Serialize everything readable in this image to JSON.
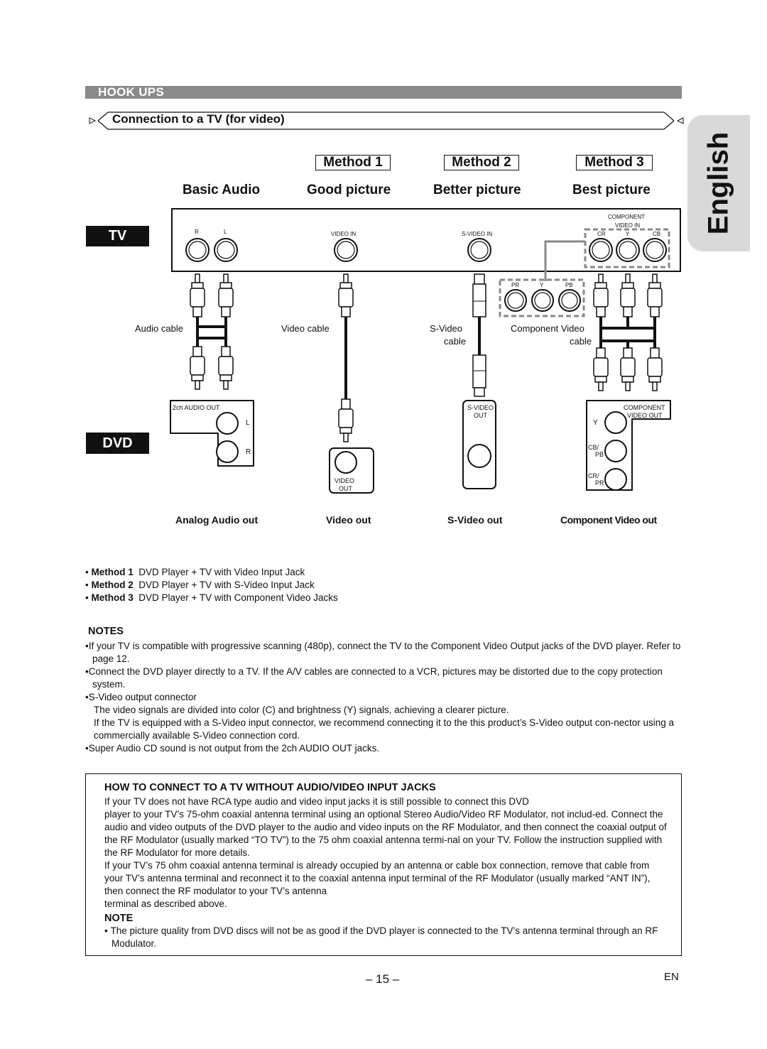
{
  "section": {
    "title": "HOOK UPS"
  },
  "subsection": {
    "title": "Connection to a TV (for video)"
  },
  "side_tab": {
    "label": "English"
  },
  "methods": [
    {
      "label": "Method 1",
      "quality": "Good picture"
    },
    {
      "label": "Method 2",
      "quality": "Better picture"
    },
    {
      "label": "Method 3",
      "quality": "Best picture"
    }
  ],
  "basic_audio": "Basic Audio",
  "tv": {
    "badge": "TV",
    "jacks": {
      "r": "R",
      "l": "L",
      "video_in": "VIDEO IN",
      "s_video_in": "S-VIDEO IN",
      "component_in": "COMPONENT",
      "component_in_2": "VIDEO IN",
      "cr": "CR",
      "y": "Y",
      "cb": "CB"
    }
  },
  "adapter": {
    "pr": "PR",
    "y": "Y",
    "pb": "PB"
  },
  "cables": {
    "audio": "Audio cable",
    "video": "Video cable",
    "svideo_1": "S-Video",
    "svideo_2": "cable",
    "component_1": "Component Video",
    "component_2": "cable"
  },
  "dvd": {
    "badge": "DVD",
    "audio_out": "2ch AUDIO OUT",
    "l": "L",
    "r": "R",
    "video_out_1": "VIDEO",
    "video_out_2": "OUT",
    "svideo_out_1": "S-VIDEO",
    "svideo_out_2": "OUT",
    "component_out_1": "COMPONENT",
    "component_out_2": "VIDEO OUT",
    "y": "Y",
    "cb_pb_1": "CB/",
    "cb_pb_2": "PB",
    "cr_pr_1": "CR/",
    "cr_pr_2": "PR"
  },
  "output_labels": [
    "Analog Audio out",
    "Video out",
    "S-Video out",
    "Component Video out"
  ],
  "method_list": [
    {
      "name": "Method 1",
      "text": "DVD Player + TV with Video Input Jack"
    },
    {
      "name": "Method 2",
      "text": "DVD Player + TV with S-Video Input Jack"
    },
    {
      "name": "Method 3",
      "text": "DVD Player + TV with Component Video Jacks"
    }
  ],
  "notes": {
    "heading": "NOTES",
    "items": [
      "If your TV is compatible with progressive scanning (480p), connect the TV to the Component Video Output jacks of the DVD player. Refer to page 12.",
      "Connect the DVD player directly to a TV. If the A/V cables are connected to a VCR, pictures may be distorted due to the copy protection system.",
      "S-Video output connector"
    ],
    "svideo_detail_1": "The video signals are divided into color (C) and brightness (Y) signals, achieving a clearer picture.",
    "svideo_detail_2": "If the TV is equipped with a S-Video input connector, we recommend connecting it to the this product’s S-Video output con-nector using a commercially available S-Video connection cord.",
    "last": "Super Audio CD sound is not output from the 2ch AUDIO OUT jacks."
  },
  "rf_box": {
    "heading": "HOW TO CONNECT TO A TV WITHOUT AUDIO/VIDEO INPUT JACKS",
    "p1": "If your TV does not have RCA type audio and video input jacks it is still possible to connect this DVD",
    "p2": "player to your TV’s 75-ohm coaxial antenna terminal using an optional Stereo Audio/Video RF Modulator, not includ-ed. Connect the audio and video outputs of the DVD player to the audio and video inputs on the RF Modulator, and then connect the coaxial output of the RF Modulator (usually marked “TO TV”) to the 75 ohm coaxial antenna termi-nal on your TV. Follow the instruction supplied with the RF Modulator for more details.",
    "p3": "If your TV’s 75 ohm coaxial antenna terminal is already occupied by an antenna or cable box connection, remove that cable from your TV’s antenna terminal and reconnect it to the coaxial antenna input terminal of the RF Modulator (usually marked “ANT IN”), then connect the RF modulator to your TV’s antenna",
    "p4": "terminal as described above.",
    "note_heading": "NOTE",
    "note": "The picture quality from DVD discs will not be as good if the DVD player is connected to the TV’s antenna terminal through an RF Modulator."
  },
  "footer": {
    "page": "– 15 –",
    "lang": "EN"
  }
}
